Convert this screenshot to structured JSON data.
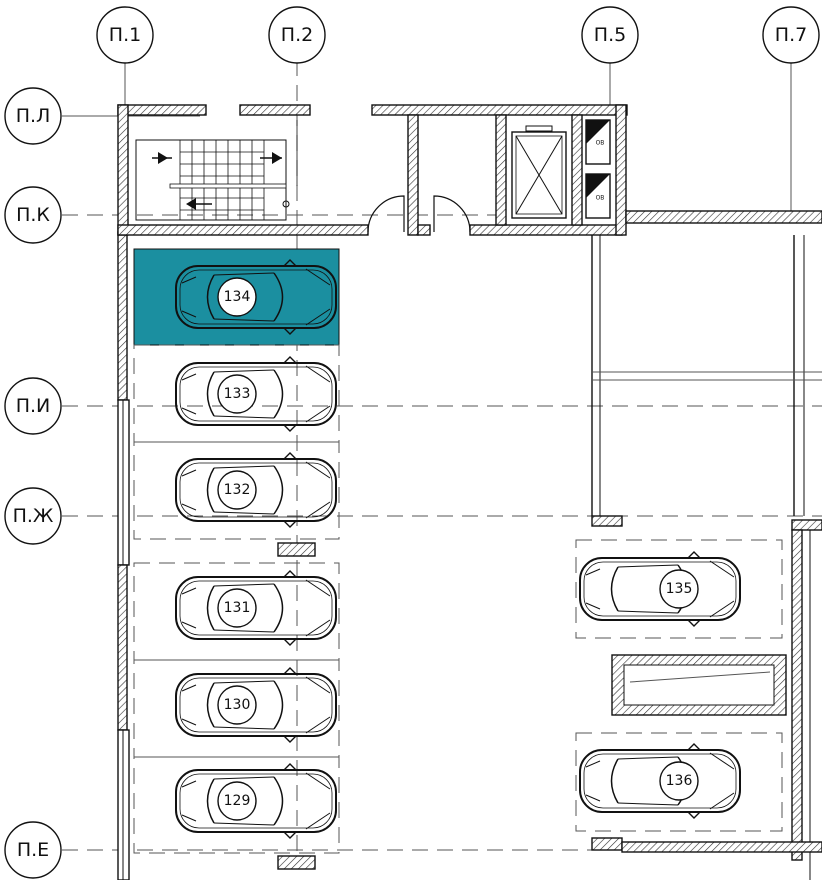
{
  "axes": {
    "vertical": [
      {
        "id": "p1",
        "label": "П.1"
      },
      {
        "id": "p2",
        "label": "П.2"
      },
      {
        "id": "p5",
        "label": "П.5"
      },
      {
        "id": "p7",
        "label": "П.7"
      }
    ],
    "horizontal": [
      {
        "id": "pl",
        "label": "П.Л"
      },
      {
        "id": "pk",
        "label": "П.К"
      },
      {
        "id": "pi",
        "label": "П.И"
      },
      {
        "id": "pzh",
        "label": "П.Ж"
      },
      {
        "id": "pe",
        "label": "П.Е"
      }
    ]
  },
  "parking_spots": [
    {
      "number": "134",
      "highlighted": true
    },
    {
      "number": "133",
      "highlighted": false
    },
    {
      "number": "132",
      "highlighted": false
    },
    {
      "number": "131",
      "highlighted": false
    },
    {
      "number": "130",
      "highlighted": false
    },
    {
      "number": "129",
      "highlighted": false
    },
    {
      "number": "135",
      "highlighted": false
    },
    {
      "number": "136",
      "highlighted": false
    }
  ],
  "shaft_labels": [
    "ОВ",
    "ОВ"
  ],
  "colors": {
    "highlight": "#1b8fa0",
    "line": "#111111"
  }
}
